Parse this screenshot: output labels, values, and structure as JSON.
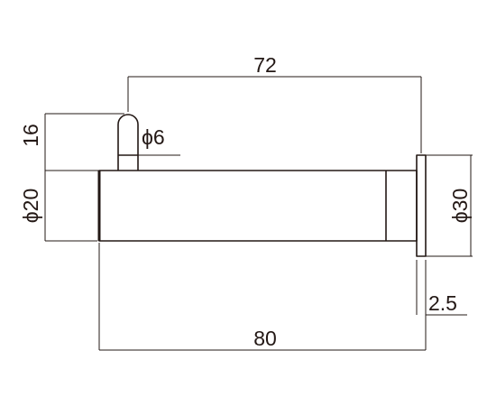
{
  "dimensions": {
    "overall_length": "80",
    "pin_offset": "72",
    "pin_height": "16",
    "pin_diameter": "ϕ6",
    "body_diameter": "ϕ20",
    "flange_diameter": "ϕ30",
    "flange_thickness": "2.5"
  }
}
